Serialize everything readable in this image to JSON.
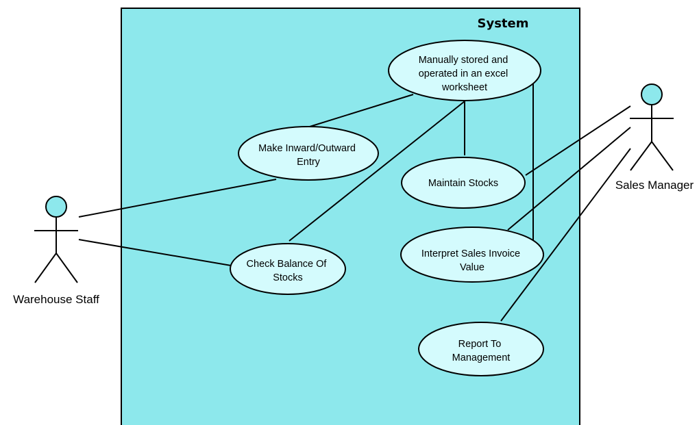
{
  "system": {
    "title": "System"
  },
  "actors": {
    "warehouse_staff": "Warehouse Staff",
    "sales_manager": "Sales Manager"
  },
  "use_cases": {
    "manually_stored": [
      "Manually stored and",
      "operated in an excel",
      "worksheet"
    ],
    "make_entry": [
      "Make Inward/Outward",
      "Entry"
    ],
    "maintain_stocks": [
      "Maintain Stocks"
    ],
    "check_balance": [
      "Check Balance Of",
      "Stocks"
    ],
    "interpret_sales": [
      "Interpret Sales Invoice",
      "Value"
    ],
    "report": [
      "Report To",
      "Management"
    ]
  },
  "colors": {
    "system_fill": "#8de8ec",
    "usecase_fill": "#d4fbfd",
    "actor_head": "#8de8ec",
    "stroke": "#000000"
  }
}
